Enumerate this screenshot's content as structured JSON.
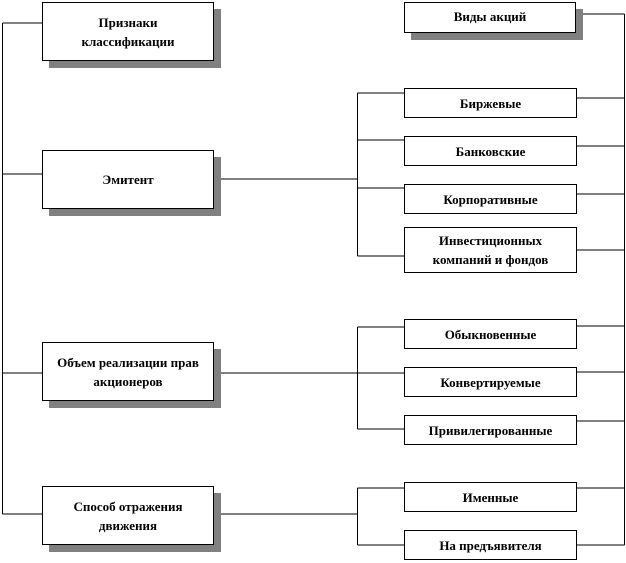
{
  "criteria": {
    "header": "Признаки классификации",
    "items": [
      "Эмитент",
      "Объем реализации прав акционеров",
      "Способ отражения движения"
    ]
  },
  "types": {
    "header": "Виды акций",
    "issuer": [
      "Биржевые",
      "Банковские",
      "Корпоративные",
      "Инвестиционных компаний и фондов"
    ],
    "rights": [
      "Обыкновенные",
      "Конвертируемые",
      "Привилегированные"
    ],
    "movement": [
      "Именные",
      "На предъявителя"
    ]
  }
}
